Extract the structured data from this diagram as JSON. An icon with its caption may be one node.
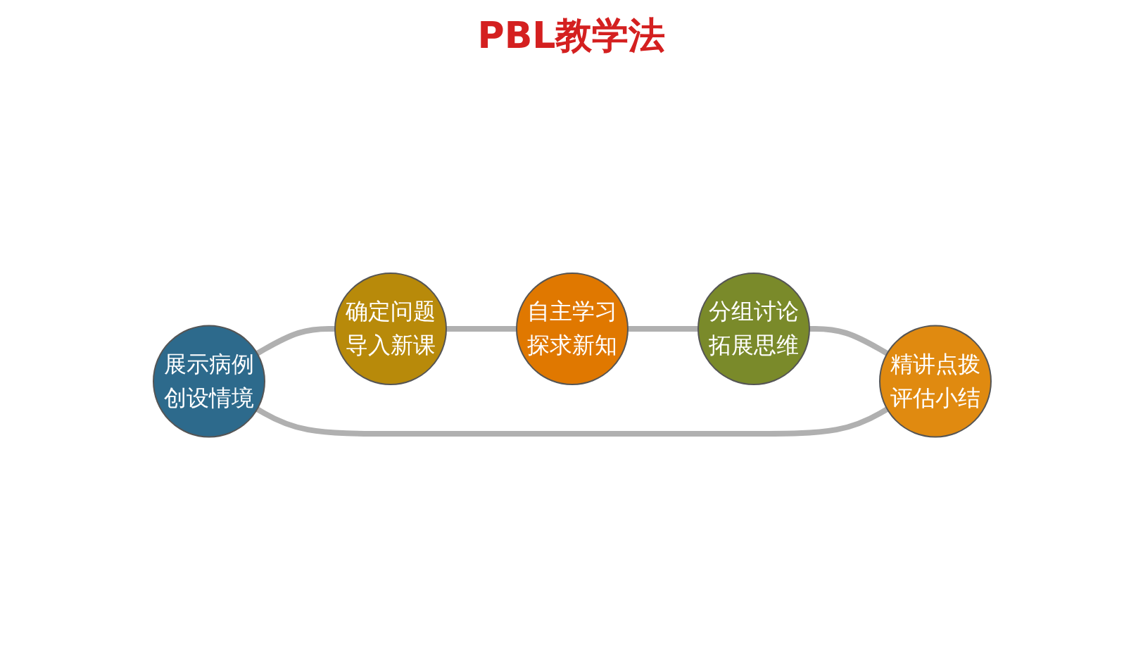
{
  "diagram": {
    "title": "PBL教学法",
    "nodes": [
      {
        "text": [
          "展示病例",
          "创设情境"
        ]
      },
      {
        "text": [
          "确定问题",
          "导入新课"
        ]
      },
      {
        "text": [
          "自主学习",
          "探求新知"
        ]
      },
      {
        "text": [
          "分组讨论",
          "拓展思维"
        ]
      },
      {
        "text": [
          "精讲点拨",
          "评估小结"
        ]
      }
    ],
    "edges": [
      {
        "from": 0,
        "to": 1,
        "arrow": "none"
      },
      {
        "from": 1,
        "to": 2,
        "arrow": "none"
      },
      {
        "from": 2,
        "to": 3,
        "arrow": "none"
      },
      {
        "from": 3,
        "to": 4,
        "arrow": "none"
      },
      {
        "from": 4,
        "to": 0,
        "arrow": "none"
      }
    ]
  }
}
